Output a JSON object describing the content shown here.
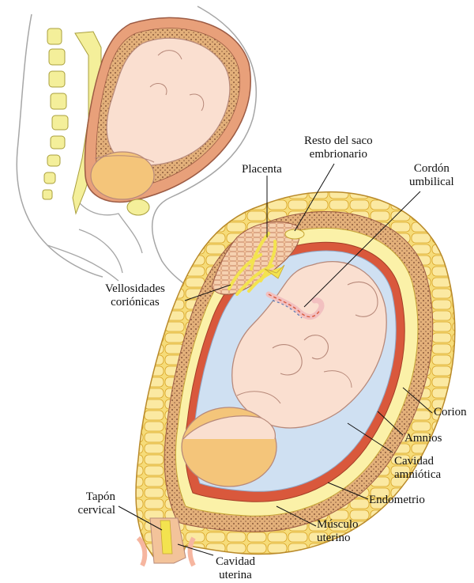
{
  "labels": {
    "placenta": "Placenta",
    "yolk_sac": [
      "Resto del saco",
      "embrionario"
    ],
    "umbilical_cord": [
      "Cordón",
      "umbilical"
    ],
    "chorionic_villi": [
      "Vellosidades",
      "coriónicas"
    ],
    "chorion": "Corion",
    "amnion": "Amnios",
    "amniotic_cavity": [
      "Cavidad",
      "amniótica"
    ],
    "endometrium": "Endometrio",
    "uterine_muscle": [
      "Músculo",
      "uterino"
    ],
    "cervical_plug": [
      "Tapón",
      "cervical"
    ],
    "uterine_cavity": [
      "Cavidad",
      "uterina"
    ]
  },
  "colors": {
    "muscle_yellow": "#f6dc79",
    "muscle_cell_outline": "#d9a528",
    "endometrium_tan": "#e3b07a",
    "endometrium_dots": "#8a5a3c",
    "chorion_yellow": "#fbf1a8",
    "amniotic_fluid_blue": "#cfe0f2",
    "amnion_red": "#d9583c",
    "fetal_skin": "#fadfd0",
    "skin_outline": "#b7897a",
    "fetal_head_tan": "#f4c57a",
    "placenta_yellow": "#f3e34f",
    "body_outline_gray": "#a6a6a6",
    "spine_yellow": "#f4ef9a",
    "inset_uterus": "#e8a07a"
  }
}
